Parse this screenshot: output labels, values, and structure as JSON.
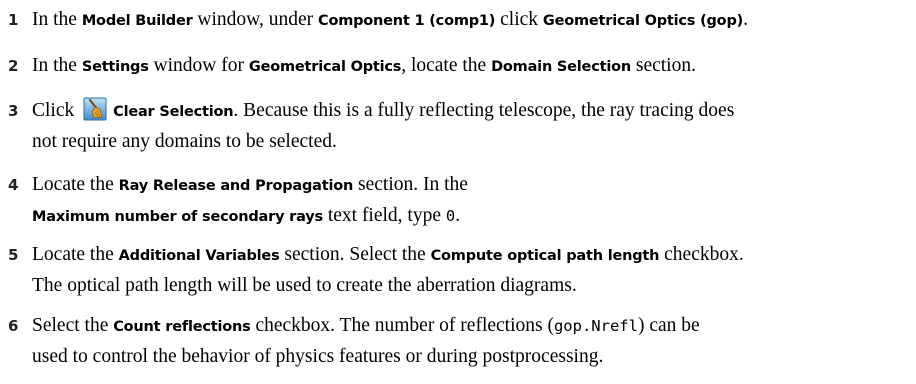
{
  "steps": [
    {
      "number": "1",
      "t1": "In the ",
      "b1": "Model Builder",
      "t2": " window, under ",
      "b2": "Component 1 (comp1)",
      "t3": " click ",
      "b3": "Geometrical Optics (gop)",
      "t4": "."
    },
    {
      "number": "2",
      "t1": "In the ",
      "b1": "Settings",
      "t2": " window for ",
      "b2": "Geometrical Optics",
      "t3": ", locate the ",
      "b3": "Domain Selection",
      "t4": " section."
    },
    {
      "number": "3",
      "t1": "Click ",
      "icon": "clear-selection-icon",
      "b1": "Clear Selection",
      "t2": ". Because this is a fully reflecting telescope, the ray tracing does",
      "t3": "not require any domains to be selected."
    },
    {
      "number": "4",
      "t1": "Locate the ",
      "b1": "Ray Release and Propagation",
      "t2": " section. In the",
      "b2": "Maximum number of secondary rays",
      "t3": " text field, type ",
      "m1": "0",
      "t4": "."
    },
    {
      "number": "5",
      "t1": "Locate the ",
      "b1": "Additional Variables",
      "t2": " section. Select the ",
      "b2": "Compute optical path length",
      "t3": " checkbox.",
      "t4": "The optical path length will be used to create the aberration diagrams."
    },
    {
      "number": "6",
      "t1": "Select the ",
      "b1": "Count reflections",
      "t2": " checkbox. The number of reflections (",
      "m1": "gop.Nrefl",
      "t3": ") can be",
      "t4": "used to control the behavior of physics features or during postprocessing."
    }
  ]
}
